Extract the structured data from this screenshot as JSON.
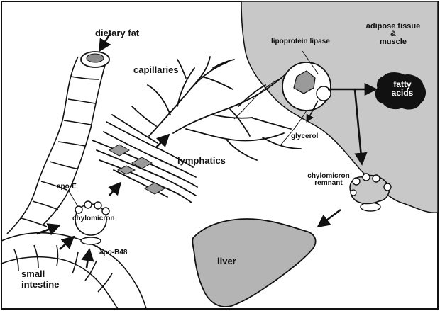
{
  "labels": {
    "dietary_fat": "dietary fat",
    "capillaries": "capillaries",
    "lipoprotein_lipase": "lipoprotein lipase",
    "adipose_line1": "adipose tissue",
    "adipose_line2": "&",
    "adipose_line3": "muscle",
    "fatty_line1": "fatty",
    "fatty_line2": "acids",
    "glycerol": "glycerol",
    "lymphatics": "lymphatics",
    "chylomicron_remnant_line1": "chylomicron",
    "chylomicron_remnant_line2": "remnant",
    "apo_e": "apo-E",
    "chylomicron": "chylomicron",
    "apo_b48": "apo-B48",
    "liver": "liver",
    "small_intestine_line1": "small",
    "small_intestine_line2": "intestine"
  },
  "colors": {
    "tissue_gray": "#c8c8c8",
    "organ_gray": "#b4b4b4",
    "ink": "#111111",
    "particle_fill": "#9a9a9a"
  },
  "icons": {
    "arrow": "arrow-icon",
    "chylomicron": "chylomicron-particle-icon",
    "fatty_acids_blob": "fatty-acids-blob-icon"
  }
}
